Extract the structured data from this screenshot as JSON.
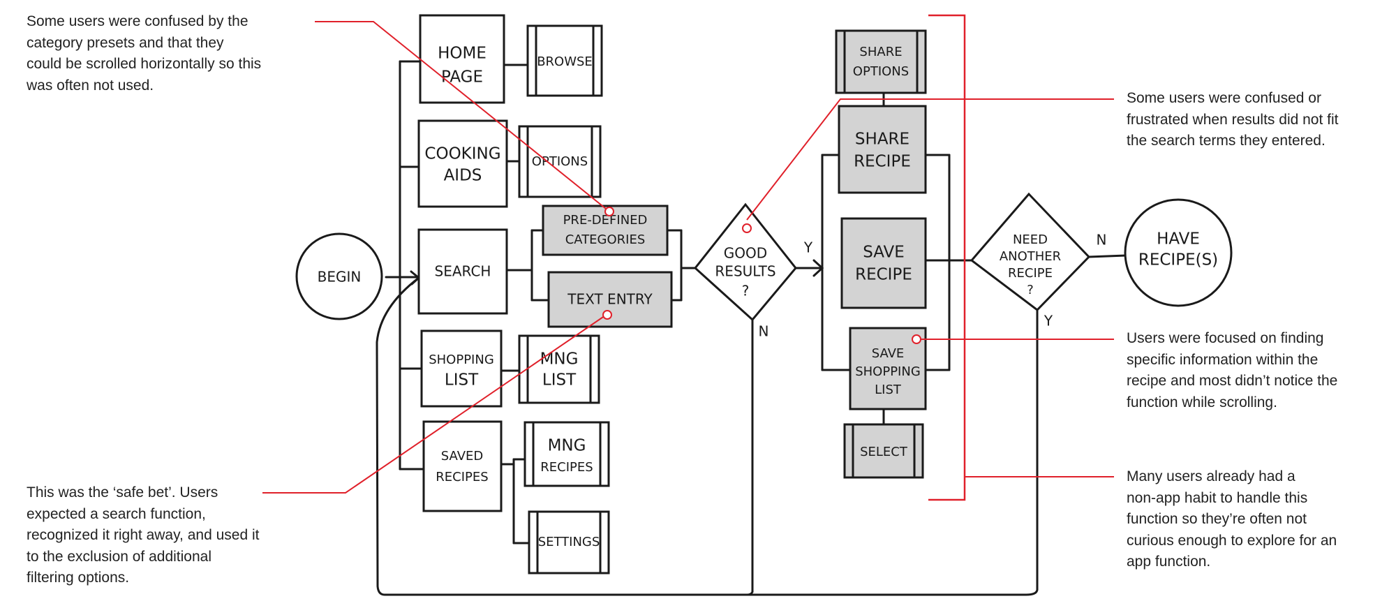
{
  "colors": {
    "ink": "#1a1a1a",
    "annotation": "#e0202a",
    "shaded_box": "#d3d3d3",
    "note_text": "#222222",
    "background": "#ffffff"
  },
  "nodes": {
    "begin": "BEGIN",
    "home_page": [
      "HOME",
      "PAGE"
    ],
    "browse": "BROWSE",
    "cooking_aids": [
      "COOKING",
      "AIDS"
    ],
    "options": "OPTIONS",
    "search": "SEARCH",
    "predefined_categories": [
      "PRE-DEFINED",
      "CATEGORIES"
    ],
    "text_entry": "TEXT ENTRY",
    "shopping_list": [
      "SHOPPING",
      "LIST"
    ],
    "mng_list": [
      "MNG",
      "LIST"
    ],
    "saved_recipes": [
      "SAVED",
      "RECIPES"
    ],
    "mng_recipes": [
      "MNG",
      "RECIPES"
    ],
    "settings": "SETTINGS",
    "good_results": [
      "GOOD",
      "RESULTS",
      "?"
    ],
    "share_options": [
      "SHARE",
      "OPTIONS"
    ],
    "share_recipe": [
      "SHARE",
      "RECIPE"
    ],
    "save_recipe": [
      "SAVE",
      "RECIPE"
    ],
    "save_shopping_list": [
      "SAVE",
      "SHOPPING",
      "LIST"
    ],
    "select": "SELECT",
    "need_another_recipe": [
      "NEED",
      "ANOTHER",
      "RECIPE",
      "?"
    ],
    "have_recipes": [
      "HAVE",
      "RECIPE(S)"
    ]
  },
  "edge_labels": {
    "good_yes": "Y",
    "good_no": "N",
    "need_no": "N",
    "need_yes": "Y"
  },
  "notes": {
    "categories_confusion": [
      "Some users were confused by  the",
      "category presets and that they",
      "could be scrolled horizontally so this",
      "was often not used."
    ],
    "safe_bet": [
      "This was the ‘safe bet’. Users",
      "expected a search function,",
      "recognized it right away, and used it",
      "to the exclusion of additional",
      "filtering options."
    ],
    "results_frustration": [
      "Some users were confused or",
      "frustrated when results did not fit",
      "the search terms they entered."
    ],
    "shopping_list_unnoticed": [
      "Users were focused on finding",
      "specific information within the",
      "recipe and most didn’t notice the",
      "function while scrolling."
    ],
    "non_app_habit": [
      "Many users already had a",
      "non-app habit to handle this",
      "function so they’re often not",
      "curious enough to explore for an",
      "app function."
    ]
  }
}
